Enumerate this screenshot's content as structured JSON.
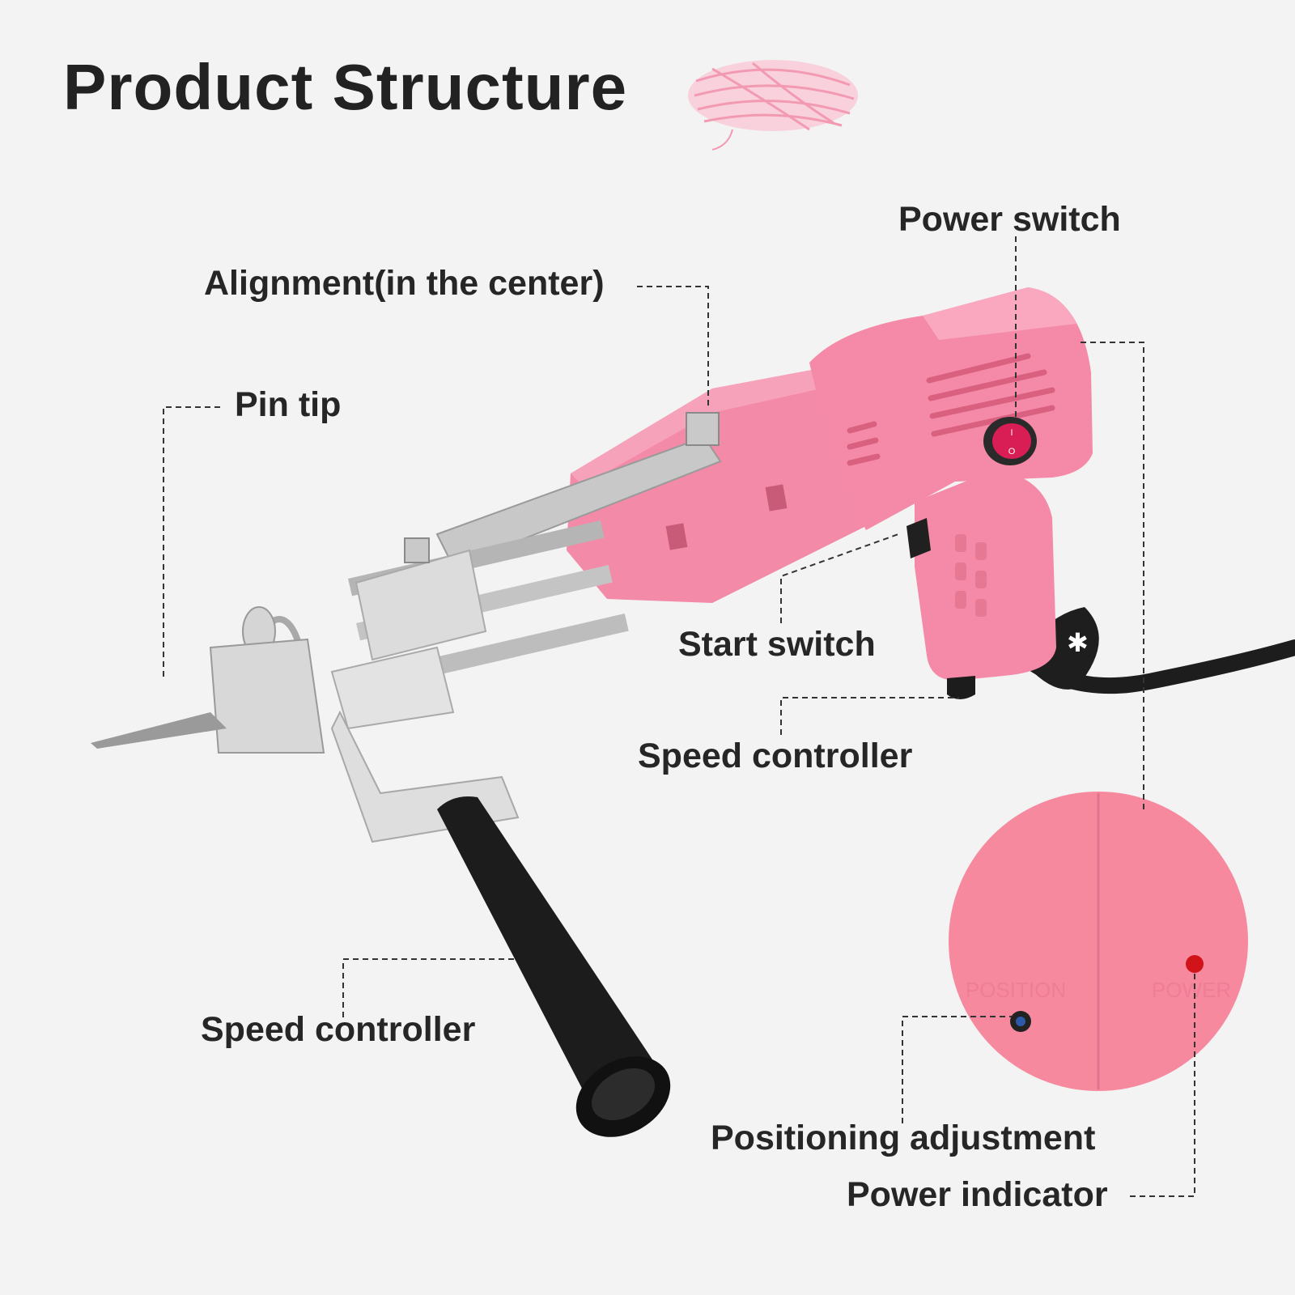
{
  "title": "Product Structure",
  "labels": {
    "power_switch": "Power switch",
    "alignment": "Alignment(in the center)",
    "pin_tip": "Pin tip",
    "start_switch": "Start switch",
    "speed_controller_1": "Speed controller",
    "speed_controller_2": "Speed controller",
    "positioning_adjustment": "Positioning adjustment",
    "power_indicator": "Power indicator"
  },
  "panel_text": {
    "position": "POSITION",
    "power": "POWER"
  },
  "switch_marks": {
    "on": "I",
    "off": "O"
  },
  "colors": {
    "body_pink": "#f48aaa",
    "panel_pink": "#f7899f",
    "steel": "#c9c9c9",
    "handle_black": "#1c1c1c",
    "indicator_red": "#d0141a",
    "background": "#f3f3f3"
  }
}
